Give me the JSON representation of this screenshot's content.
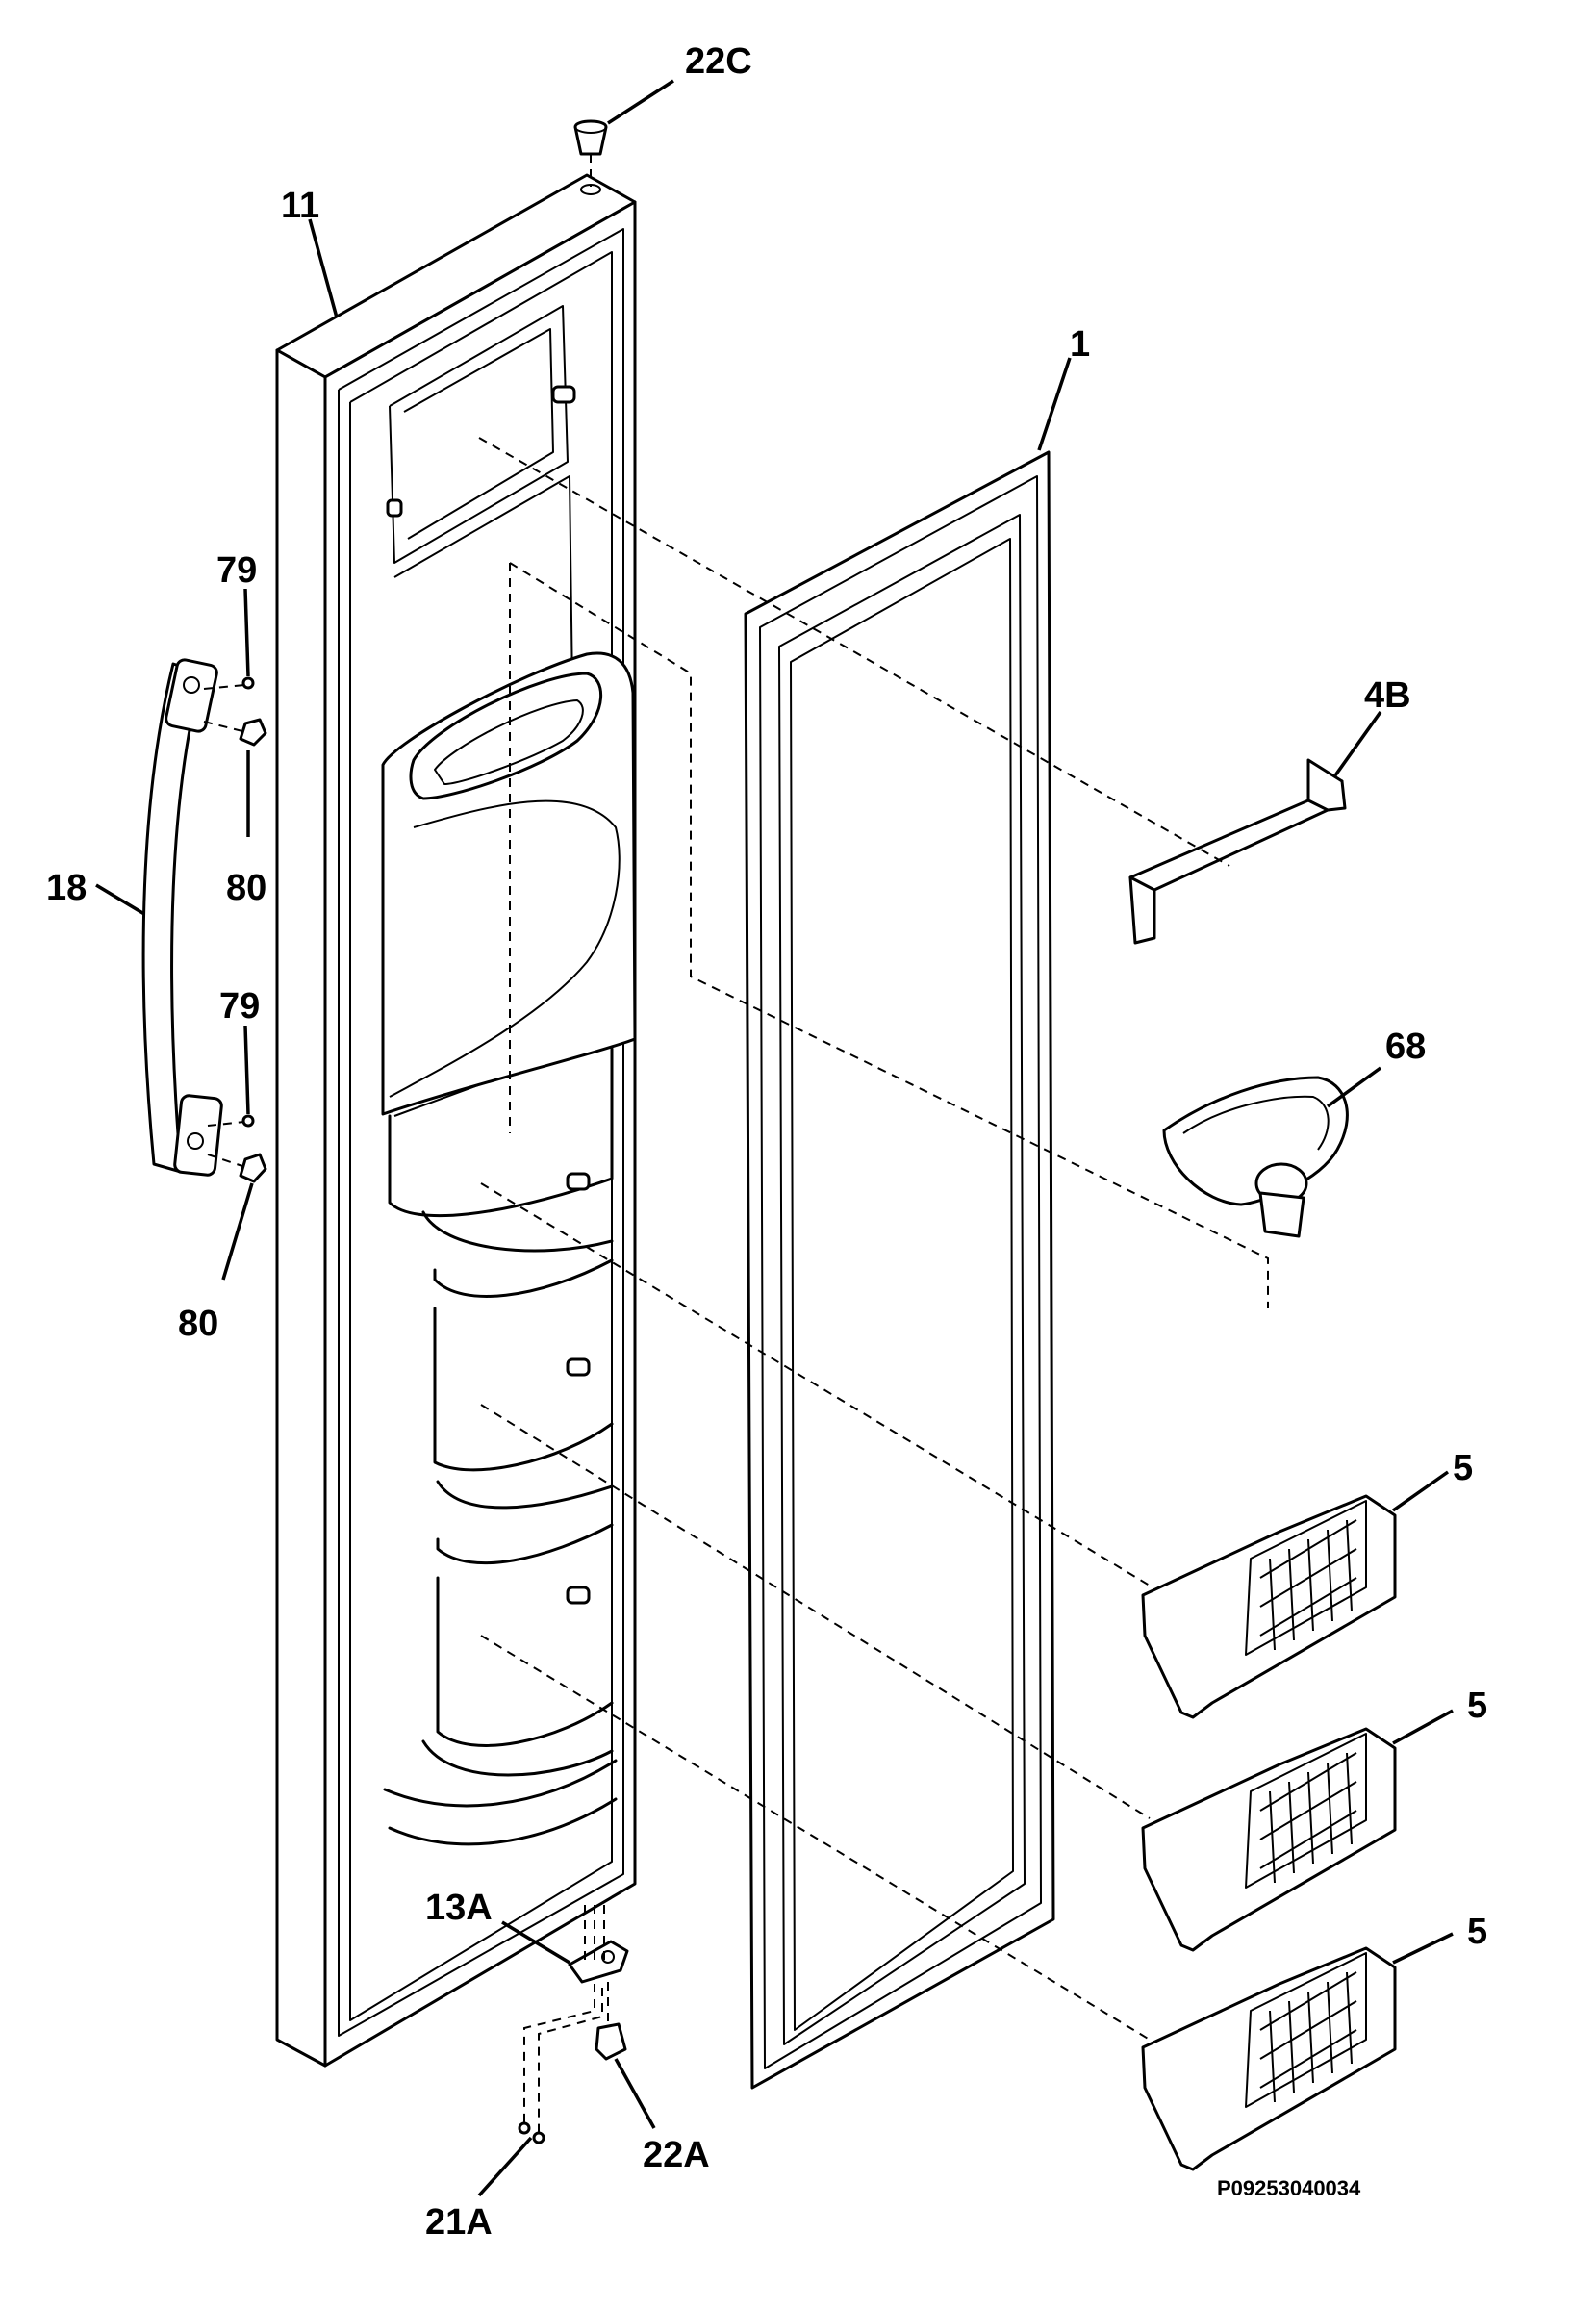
{
  "diagram": {
    "part_labels": {
      "p22c": "22C",
      "p11": "11",
      "p1": "1",
      "p79_top": "79",
      "p80_top": "80",
      "p18": "18",
      "p79_bottom": "79",
      "p80_bottom": "80",
      "p4b": "4B",
      "p68": "68",
      "p5_a": "5",
      "p5_b": "5",
      "p5_c": "5",
      "p13a": "13A",
      "p22a": "22A",
      "p21a": "21A"
    },
    "drawing_code": "P09253040034"
  }
}
